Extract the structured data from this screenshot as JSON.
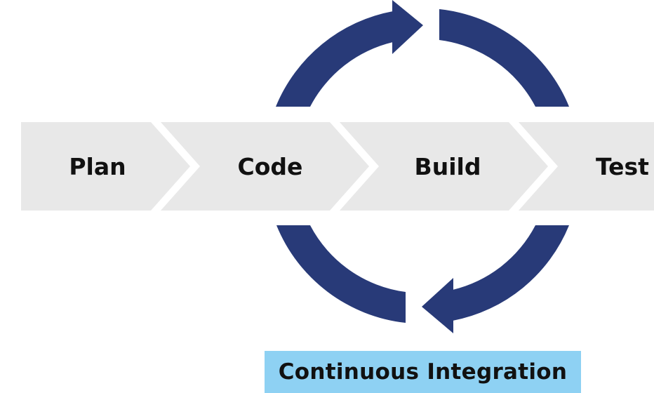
{
  "diagram": {
    "stages": [
      {
        "label": "Plan"
      },
      {
        "label": "Code"
      },
      {
        "label": "Build"
      },
      {
        "label": "Test"
      }
    ],
    "cycle_label": "Continuous Integration",
    "colors": {
      "band": "#e8e8e8",
      "arrow": "#283a78",
      "label_box": "#8ed1f3",
      "text": "#111111"
    },
    "cycle_arrows": [
      {
        "name": "top-arc-arrow",
        "direction": "clockwise"
      },
      {
        "name": "right-arc",
        "direction": "clockwise"
      },
      {
        "name": "bottom-right-arc-arrow",
        "direction": "clockwise"
      },
      {
        "name": "bottom-left-arc",
        "direction": "clockwise"
      }
    ]
  }
}
